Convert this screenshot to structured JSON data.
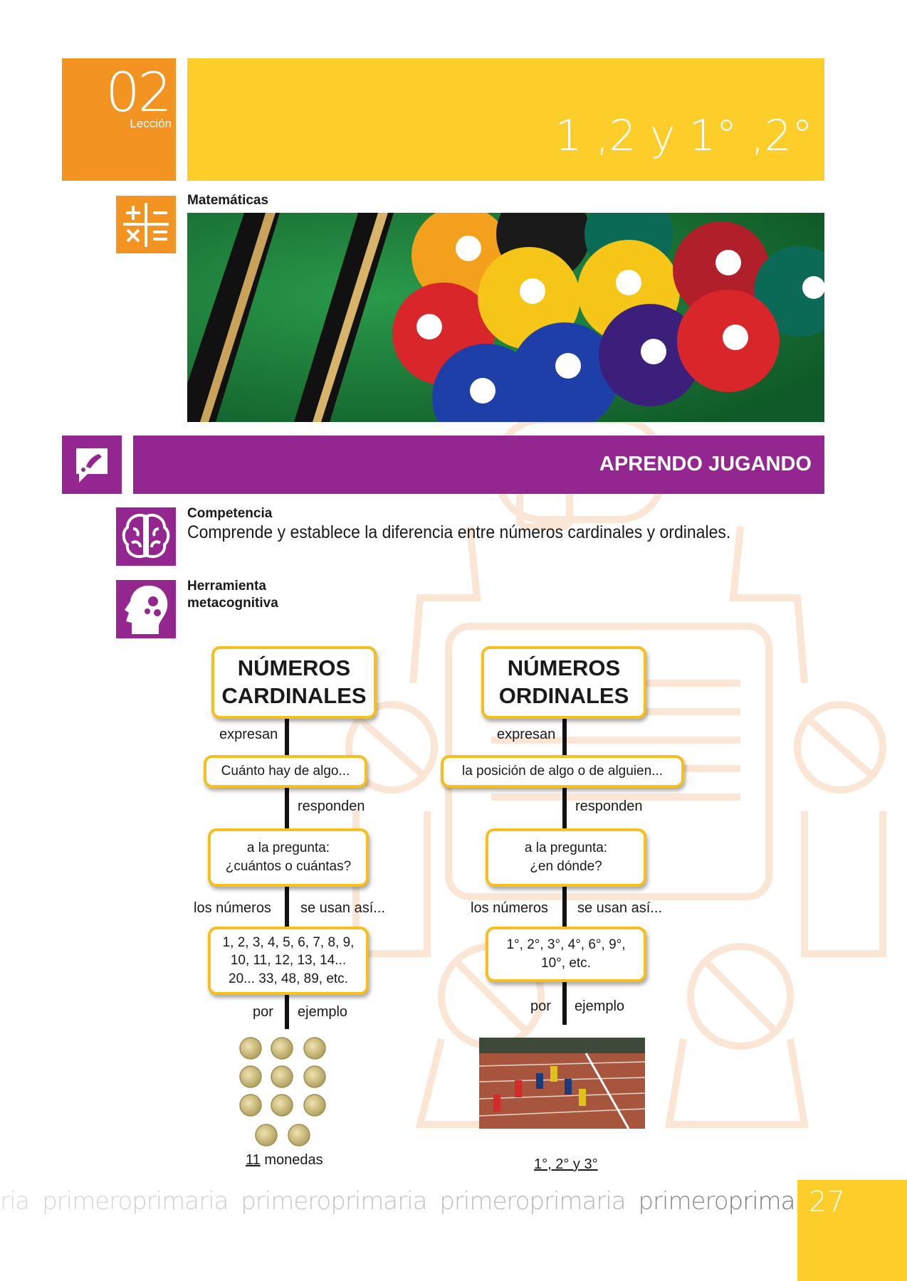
{
  "header": {
    "lesson_number": "02",
    "lesson_label": "Lección",
    "title": "1 ,2 y 1° ,2°",
    "subject": "Matemáticas"
  },
  "section": {
    "title": "APRENDO JUGANDO"
  },
  "competencia": {
    "label": "Competencia",
    "text": "Comprende y establece la diferencia entre números cardinales y ordinales."
  },
  "herramienta": {
    "label_line1": "Herramienta",
    "label_line2": "metacognitiva"
  },
  "diagram": {
    "cardinales": {
      "title": "NÚMEROS\nCARDINALES",
      "connector1": "expresan",
      "box2": "Cuánto hay de algo...",
      "connector2": "responden",
      "box3": "a la pregunta:\n¿cuántos o cuántas?",
      "connector3_left": "los números",
      "connector3_right": "se usan así...",
      "box4": "1, 2, 3, 4, 5, 6, 7, 8, 9,\n10, 11, 12, 13, 14...\n20... 33, 48, 89, etc.",
      "connector4_left": "por",
      "connector4_right": "ejemplo",
      "caption_number": "11",
      "caption_text": " monedas"
    },
    "ordinales": {
      "title": "NÚMEROS\nORDINALES",
      "connector1": "expresan",
      "box2": "la posición de algo o de alguien...",
      "connector2": "responden",
      "box3": "a la pregunta:\n¿en dónde?",
      "connector3_left": "los números",
      "connector3_right": "se usan así...",
      "box4": "1°, 2°, 3°, 4°, 6°, 9°,\n10°, etc.",
      "connector4_left": "por",
      "connector4_right": "ejemplo",
      "caption": "1°, 2° y 3°"
    }
  },
  "footer": {
    "words": [
      "ria",
      "primero",
      "primaria",
      "primero",
      "primaria",
      "primero",
      "primaria",
      "primero",
      "primaria"
    ],
    "page_number": "27"
  },
  "colors": {
    "orange": "#f39322",
    "yellow": "#fdcd2a",
    "purple": "#93278f",
    "box_border": "#f6bf1b"
  }
}
